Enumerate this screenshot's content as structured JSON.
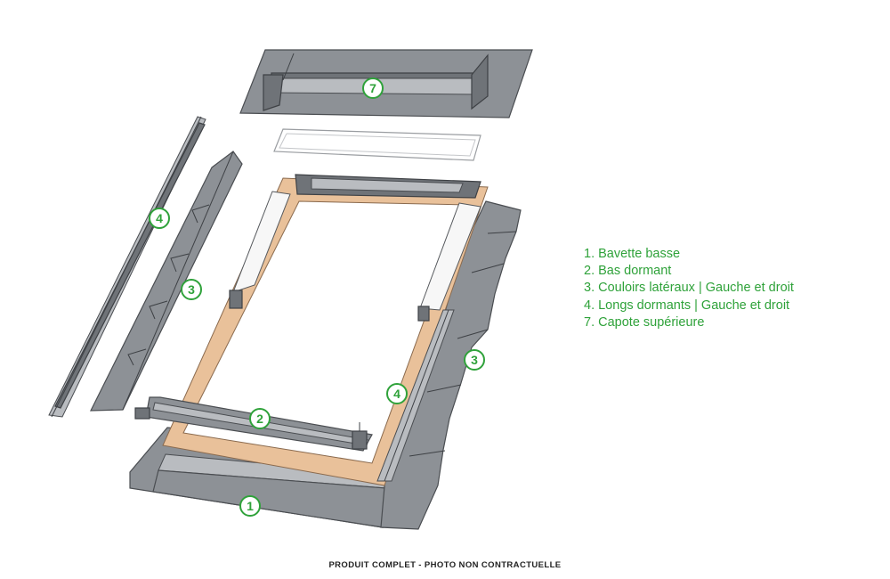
{
  "diagram": {
    "callouts": [
      {
        "id": "1",
        "label": "1"
      },
      {
        "id": "2",
        "label": "2"
      },
      {
        "id": "3a",
        "label": "3"
      },
      {
        "id": "3b",
        "label": "3"
      },
      {
        "id": "4a",
        "label": "4"
      },
      {
        "id": "4b",
        "label": "4"
      },
      {
        "id": "7",
        "label": "7"
      }
    ]
  },
  "legend": {
    "items": [
      "1. Bavette basse",
      "2. Bas dormant",
      "3. Couloirs latéraux | Gauche et droit",
      "4. Longs dormants | Gauche et droit",
      "7. Capote supérieure"
    ]
  },
  "footer": "PRODUIT COMPLET - PHOTO NON CONTRACTUELLE",
  "colors": {
    "accent": "#2fa23a",
    "metal": "#8d9196",
    "wood": "#e9c19a"
  }
}
